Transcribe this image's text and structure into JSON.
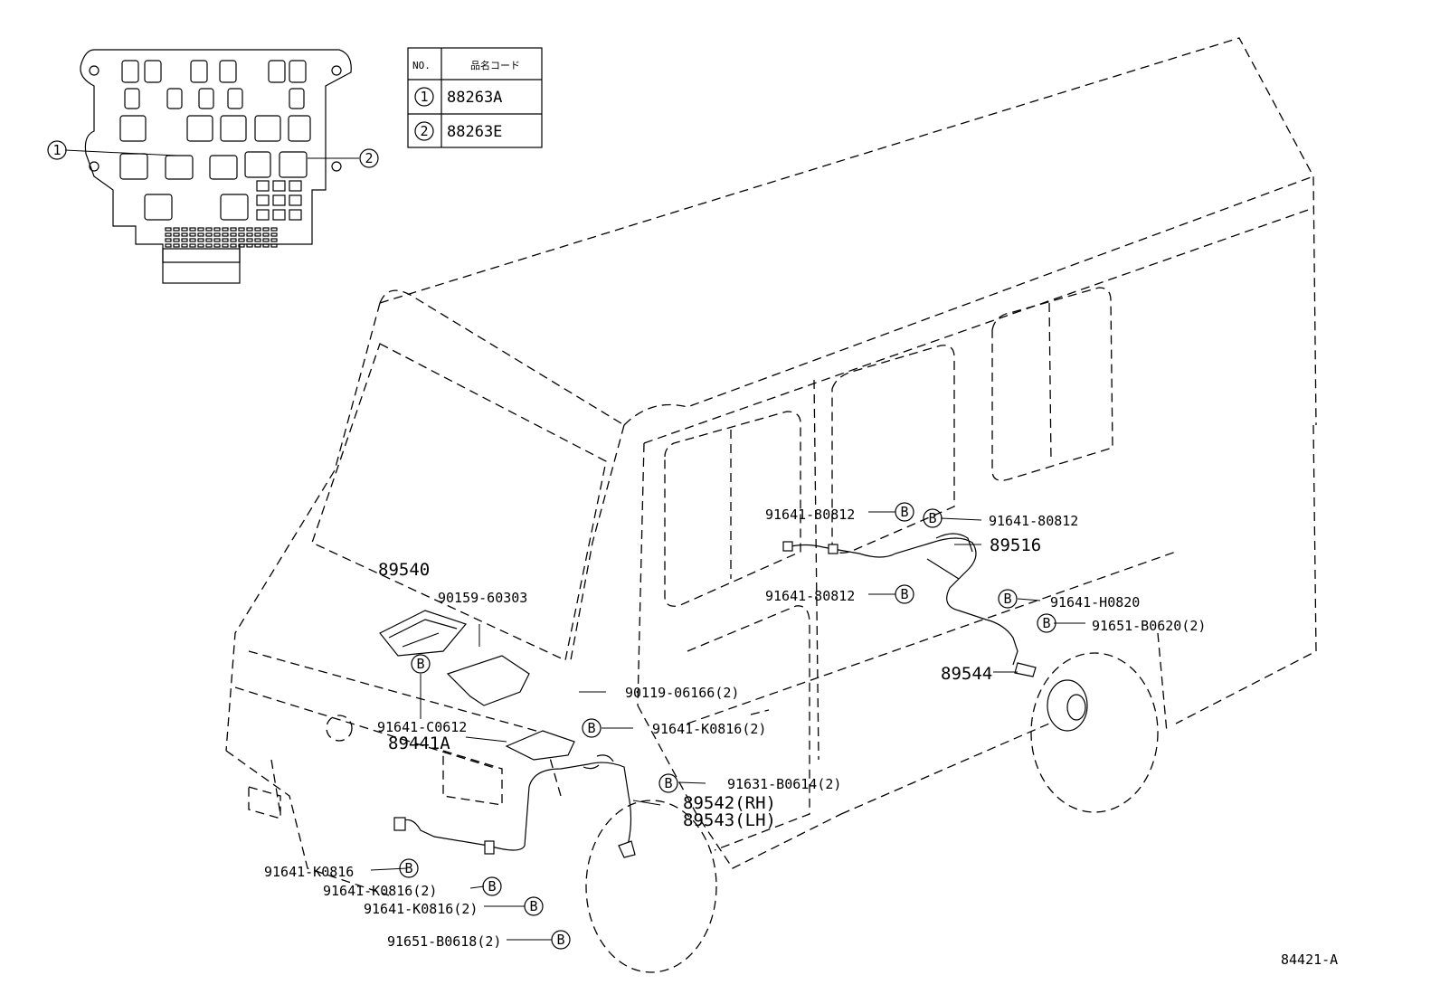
{
  "table": {
    "header_no": "NO.",
    "header_code": "品名コード",
    "rows": [
      {
        "no": "1",
        "code": "88263A"
      },
      {
        "no": "2",
        "code": "88263E"
      }
    ]
  },
  "inset": {
    "callout_left": "1",
    "callout_right": "2"
  },
  "labels": {
    "p91641_80812_a": "91641-80812",
    "p91641_80812_b": "91641-80812",
    "p91641_80812_c": "91641-80812",
    "p89516": "89516",
    "p91641_h0820": "91641-H0820",
    "p91651_b0620": "91651-B0620(2)",
    "p89544": "89544",
    "p89540": "89540",
    "p90159_60303": "90159-60303",
    "p91641_c0612": "91641-C0612",
    "p90119_06166": "90119-06166(2)",
    "p91641_k0816_a": "91641-K0816(2)",
    "p89441a": "89441A",
    "p91631_b0614": "91631-B0614(2)",
    "p89542": "89542(RH)",
    "p89543": "89543(LH)",
    "p91641_k0816_b": "91641-K0816",
    "p91641_k0816_c": "91641-K0816(2)",
    "p91641_k0816_d": "91641-K0816(2)",
    "p91651_b0618": "91651-B0618(2)",
    "figure_code": "84421-A"
  },
  "bolt_marker": "B"
}
